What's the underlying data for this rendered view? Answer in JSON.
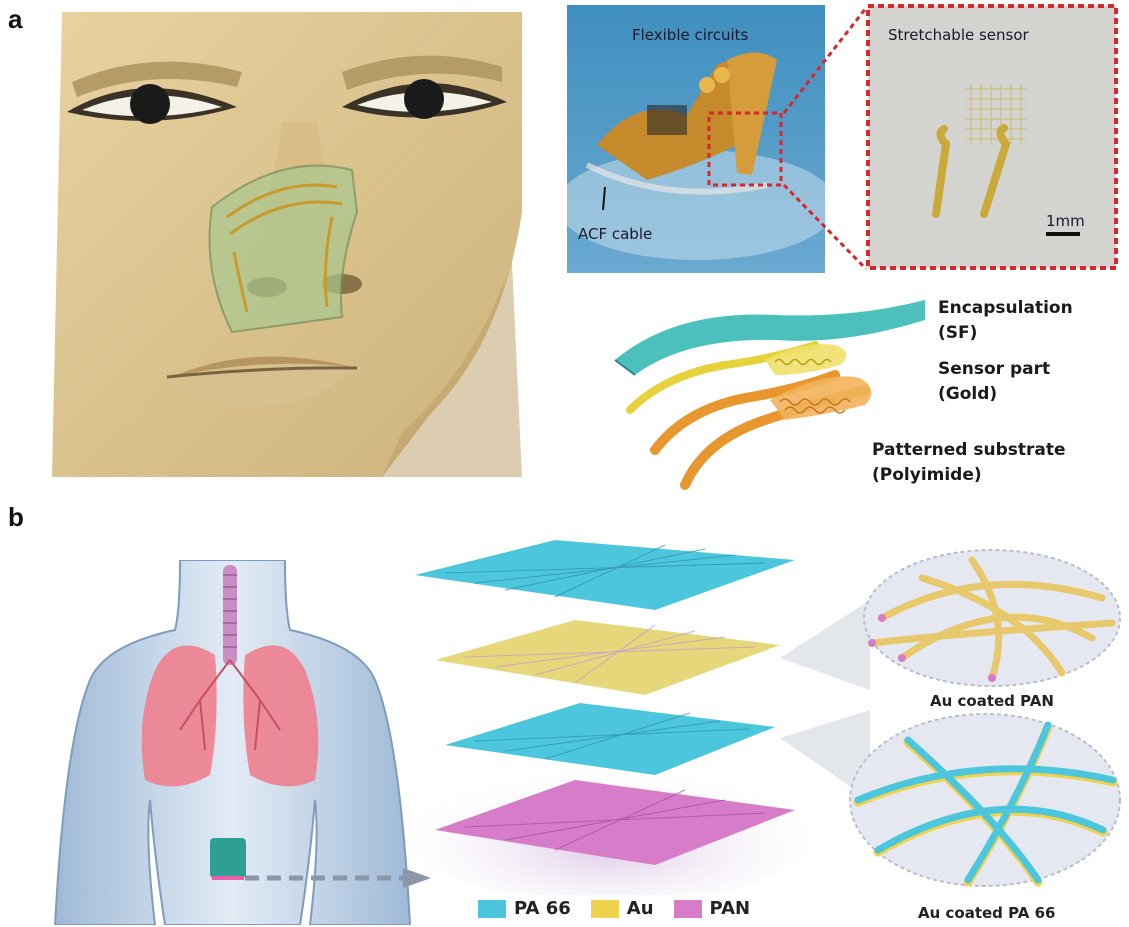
{
  "panel_a": {
    "letter": "a",
    "photo_labels": {
      "flexible_circuits": "Flexible circuits",
      "acf_cable": "ACF cable",
      "stretchable_sensor": "Stretchable sensor",
      "scale_bar": "1mm"
    },
    "layers": [
      {
        "name": "Encapsulation",
        "material": "(SF)"
      },
      {
        "name": "Sensor part",
        "material": "(Gold)"
      },
      {
        "name": "Patterned substrate",
        "material": "(Polyimide)"
      }
    ],
    "colors": {
      "encapsulation": "#2bb5b0",
      "sensor": "#e6d23a",
      "substrate": "#e8962e",
      "zoom_frame": "#d8262c"
    }
  },
  "panel_b": {
    "letter": "b",
    "legend": [
      {
        "label": "PA 66",
        "color": "#4cc6dd"
      },
      {
        "label": "Au",
        "color": "#f0d24c"
      },
      {
        "label": "PAN",
        "color": "#d77cc9"
      }
    ],
    "zoom_captions": {
      "top": "Au coated PAN",
      "bottom": "Au coated PA 66"
    }
  }
}
